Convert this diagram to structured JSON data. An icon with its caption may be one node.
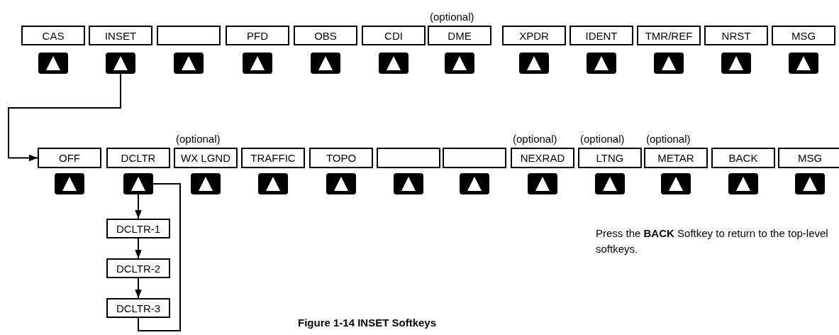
{
  "diagram": {
    "caption": "Figure 1-14 INSET Softkeys",
    "nodes": [
      {
        "text": [
          "CAS"
        ]
      },
      {
        "text": [
          "INSET"
        ]
      },
      {
        "text": [],
        "shape": "box"
      },
      {
        "text": [
          "PFD"
        ]
      },
      {
        "text": [
          "OBS"
        ]
      },
      {
        "text": [
          "CDI"
        ]
      },
      {
        "text": [
          "DME"
        ],
        "beside": [
          "(optional)"
        ]
      },
      {
        "text": [
          "XPDR"
        ]
      },
      {
        "text": [
          "IDENT"
        ]
      },
      {
        "text": [
          "TMR/REF"
        ]
      },
      {
        "text": [
          "NRST"
        ]
      },
      {
        "text": [
          "MSG"
        ]
      },
      {
        "text": [],
        "shape": "key"
      },
      {
        "text": [],
        "shape": "key"
      },
      {
        "text": [],
        "shape": "key"
      },
      {
        "text": [],
        "shape": "key"
      },
      {
        "text": [],
        "shape": "key"
      },
      {
        "text": [],
        "shape": "key"
      },
      {
        "text": [],
        "shape": "key"
      },
      {
        "text": [],
        "shape": "key"
      },
      {
        "text": [],
        "shape": "key"
      },
      {
        "text": [],
        "shape": "key"
      },
      {
        "text": [],
        "shape": "key"
      },
      {
        "text": [],
        "shape": "key"
      },
      {
        "text": [
          "OFF"
        ]
      },
      {
        "text": [
          "DCLTR"
        ]
      },
      {
        "text": [
          "WX LGND"
        ],
        "beside": [
          "(optional)"
        ]
      },
      {
        "text": [
          "TRAFFIC"
        ]
      },
      {
        "text": [
          "TOPO"
        ]
      },
      {
        "text": [],
        "shape": "box"
      },
      {
        "text": [],
        "shape": "box"
      },
      {
        "text": [
          "NEXRAD"
        ],
        "beside": [
          "(optional)"
        ]
      },
      {
        "text": [
          "LTNG"
        ],
        "beside": [
          "(optional)"
        ]
      },
      {
        "text": [
          "METAR"
        ],
        "beside": [
          "(optional)"
        ]
      },
      {
        "text": [
          "BACK"
        ]
      },
      {
        "text": [
          "MSG"
        ]
      },
      {
        "text": [],
        "shape": "key"
      },
      {
        "text": [],
        "shape": "key"
      },
      {
        "text": [],
        "shape": "key"
      },
      {
        "text": [],
        "shape": "key"
      },
      {
        "text": [],
        "shape": "key"
      },
      {
        "text": [],
        "shape": "key"
      },
      {
        "text": [],
        "shape": "key"
      },
      {
        "text": [],
        "shape": "key"
      },
      {
        "text": [],
        "shape": "key"
      },
      {
        "text": [],
        "shape": "key"
      },
      {
        "text": [],
        "shape": "key"
      },
      {
        "text": [],
        "shape": "key"
      },
      {
        "text": [
          "DCLTR-1"
        ]
      },
      {
        "text": [
          "DCLTR-2"
        ]
      },
      {
        "text": [
          "DCLTR-3"
        ]
      }
    ],
    "edges": [
      {
        "from": 13,
        "to": 24,
        "arrow": "to"
      },
      {
        "from": 37,
        "to": 48,
        "arrow": "to"
      },
      {
        "from": 48,
        "to": 49,
        "arrow": "to"
      },
      {
        "from": 49,
        "to": 50,
        "arrow": "to"
      },
      {
        "from": 50,
        "to": 37,
        "arrow": "none"
      }
    ],
    "labels": [
      "Press the **BACK** Softkey to return to the top-level softkeys."
    ]
  }
}
